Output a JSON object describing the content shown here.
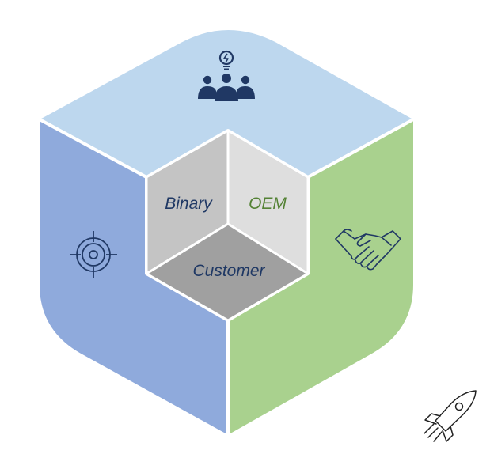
{
  "labels": {
    "left": "Binary",
    "right": "OEM",
    "bottom": "Customer"
  },
  "colors": {
    "top_face": "#bdd7ee",
    "left_face": "#8faadc",
    "right_face": "#a9d18e",
    "inner_left": "#c4c4c4",
    "inner_right": "#dedede",
    "inner_bottom": "#a0a0a0",
    "label_left": "#1f3864",
    "label_right": "#548235",
    "label_bottom": "#1f3864",
    "icon": "#203864",
    "border": "#ffffff"
  },
  "icons": {
    "top": "team-idea-icon",
    "left": "target-icon",
    "right": "handshake-icon",
    "corner": "rocket-icon"
  }
}
